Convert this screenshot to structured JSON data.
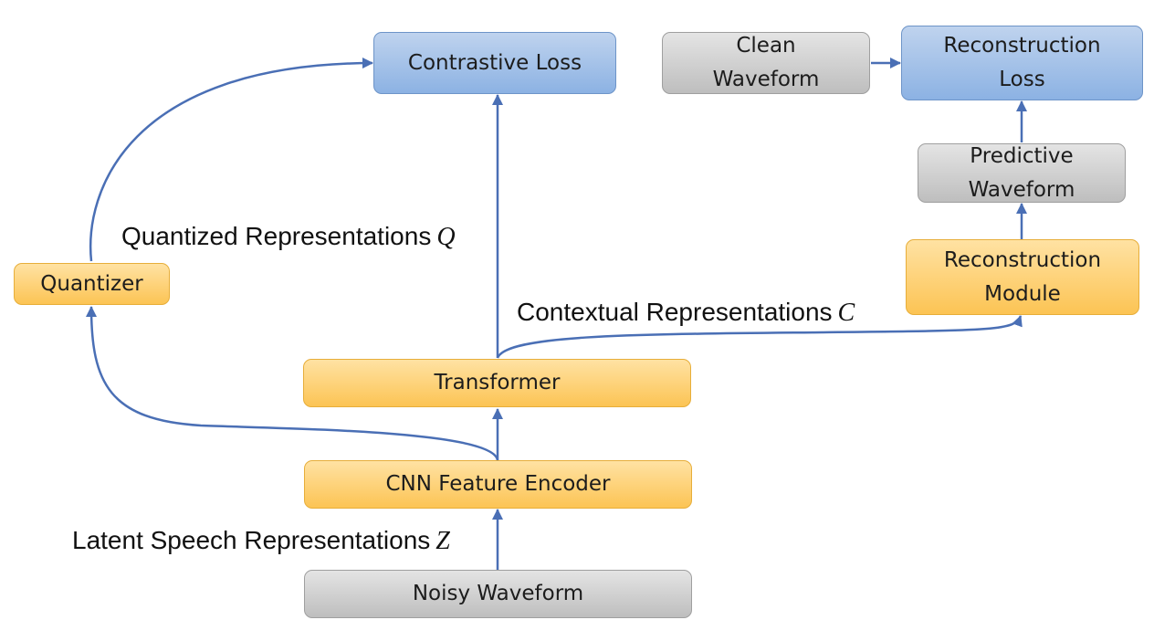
{
  "nodes": {
    "contrastive_loss": "Contrastive Loss",
    "clean_waveform": "Clean\nWaveform",
    "reconstruction_loss": "Reconstruction\nLoss",
    "predictive_waveform": "Predictive\nWaveform",
    "reconstruction_module": "Reconstruction\nModule",
    "quantizer": "Quantizer",
    "transformer": "Transformer",
    "cnn_encoder": "CNN Feature Encoder",
    "noisy_waveform": "Noisy Waveform"
  },
  "labels": {
    "quantized": {
      "text": "Quantized Representations",
      "symbol": "Q"
    },
    "contextual": {
      "text": "Contextual Representations",
      "symbol": "C"
    },
    "latent": {
      "text": "Latent Speech Representations",
      "symbol": "Z"
    }
  },
  "colors": {
    "arrow": "#4a6fb5",
    "orange_box": "#fcc454",
    "gray_box": "#bebebe",
    "blue_box": "#8cb2e3"
  }
}
